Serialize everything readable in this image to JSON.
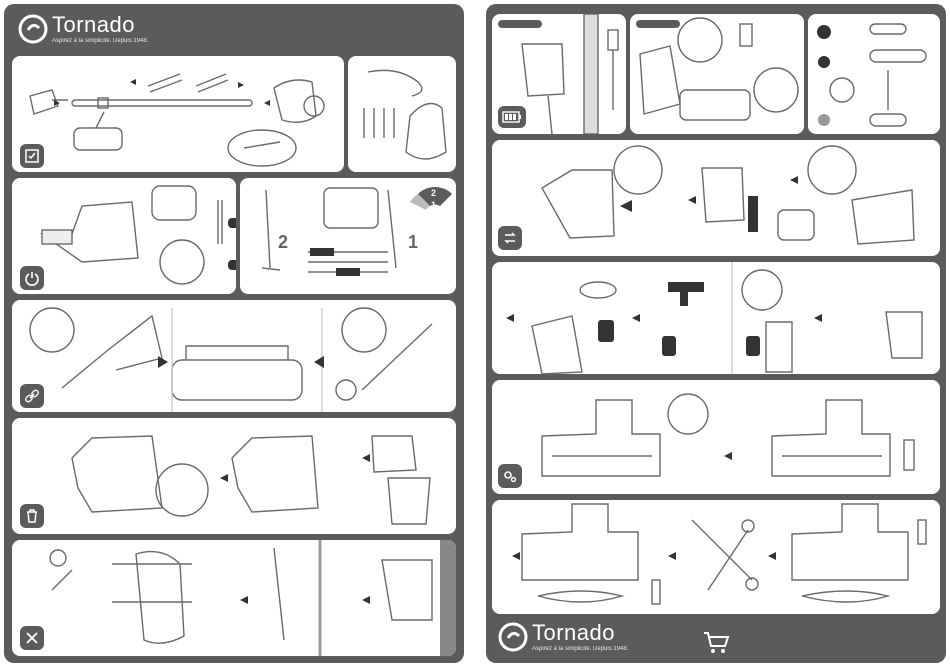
{
  "brand": {
    "name": "Tornado",
    "tagline": "Aspirez à la simplicité. Depuis 1948."
  },
  "steps": {
    "charge_number_left": "2",
    "charge_number_right": "1",
    "speed_top": "2",
    "speed_bottom": "1"
  },
  "icons": {
    "contents": "checklist-icon",
    "power": "power-icon",
    "accessories": "link-icon",
    "empty": "trash-icon",
    "mount": "tools-icon",
    "battery": "battery-icon",
    "filter": "swap-icon",
    "brush": "gears-icon",
    "shop": "cart-icon"
  },
  "colors": {
    "page_background": "#5b5b5b",
    "panel": "#ffffff",
    "line": "#6a6a6a",
    "dark_fill": "#333333"
  }
}
